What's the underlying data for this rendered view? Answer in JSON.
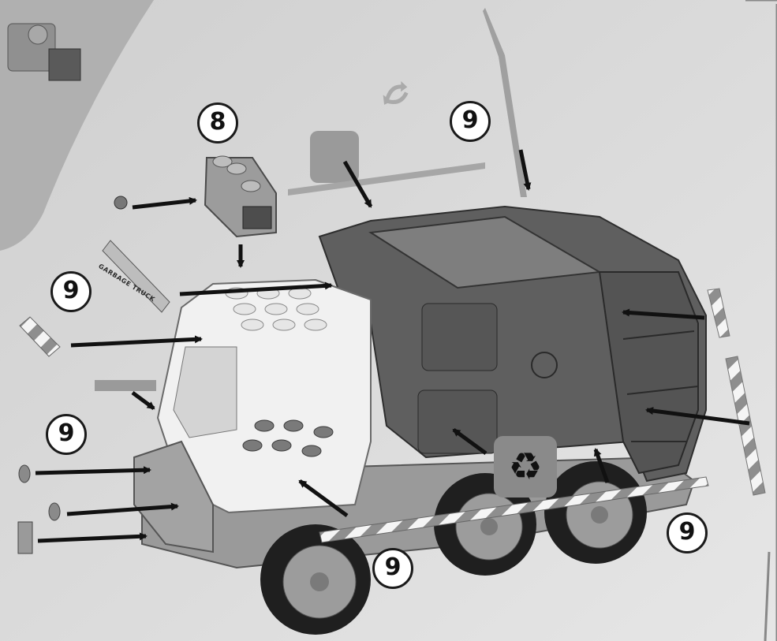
{
  "steps": {
    "top_step": "8",
    "sticker_step": "9"
  },
  "labels": {
    "garbage_truck_sticker": "GARBAGE TRUCK"
  },
  "icons": {
    "recycle": "recycle-icon",
    "rotate": "rotate-arrows-icon"
  },
  "colors": {
    "background": "#d9d9d9",
    "panel": "#b3b3b3",
    "truck_body": "#5f5f5f",
    "cab": "#f2f2f2",
    "chassis": "#9a9a9a",
    "arrow": "#111111"
  }
}
